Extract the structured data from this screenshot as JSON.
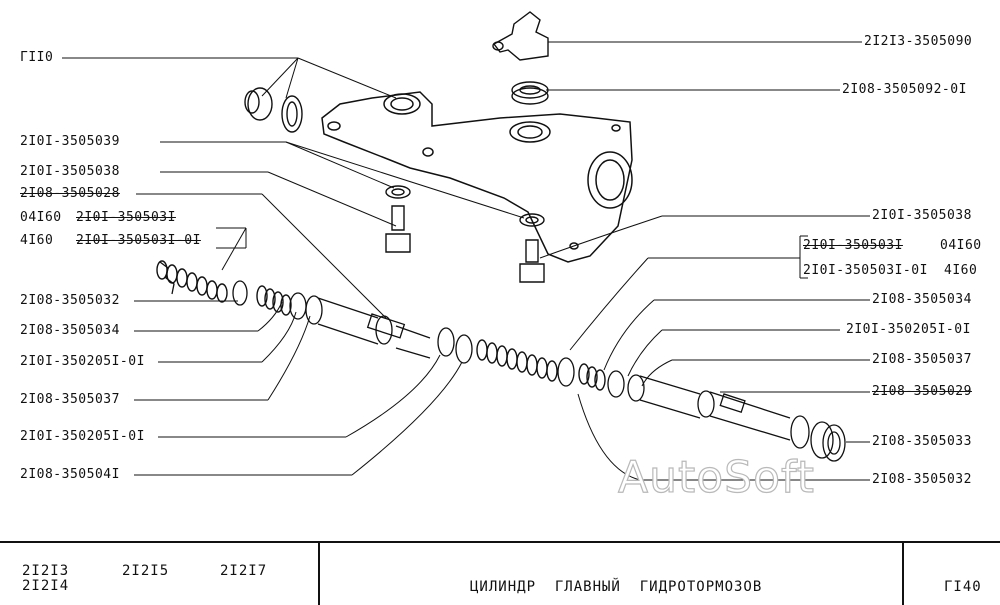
{
  "watermark": "AutoSoft",
  "left_labels": [
    {
      "id": "l-gii0",
      "text": "ГII0",
      "strike": false
    },
    {
      "id": "l-39",
      "text": "2I0I-3505039",
      "strike": false
    },
    {
      "id": "l-38",
      "text": "2I0I-3505038",
      "strike": false
    },
    {
      "id": "l-28",
      "text": "2I08-3505028",
      "strike": true
    },
    {
      "id": "l-04160",
      "text": "04I60",
      "strike": false
    },
    {
      "id": "l-031a",
      "text": "2I0I-350503I",
      "strike": true
    },
    {
      "id": "l-4160",
      "text": "4I60",
      "strike": false
    },
    {
      "id": "l-031b",
      "text": "2I0I-350503I-0I",
      "strike": true
    },
    {
      "id": "l-32",
      "text": "2I08-3505032",
      "strike": false
    },
    {
      "id": "l-34",
      "text": "2I08-3505034",
      "strike": false
    },
    {
      "id": "l-2051",
      "text": "2I0I-350205I-0I",
      "strike": false
    },
    {
      "id": "l-37",
      "text": "2I08-3505037",
      "strike": false
    },
    {
      "id": "l-2051b",
      "text": "2I0I-350205I-0I",
      "strike": false
    },
    {
      "id": "l-041",
      "text": "2I08-350504I",
      "strike": false
    }
  ],
  "right_labels": [
    {
      "id": "r-090",
      "text": "2I2I3-3505090",
      "strike": false
    },
    {
      "id": "r-092",
      "text": "2I08-3505092-0I",
      "strike": false
    },
    {
      "id": "r-038",
      "text": "2I0I-3505038",
      "strike": false
    },
    {
      "id": "r-031a",
      "text": "2I0I-350503I",
      "strike": true
    },
    {
      "id": "r-04160",
      "text": "04I60",
      "strike": false
    },
    {
      "id": "r-031b",
      "text": "2I0I-350503I-0I",
      "strike": false
    },
    {
      "id": "r-4160",
      "text": "4I60",
      "strike": false
    },
    {
      "id": "r-034",
      "text": "2I08-3505034",
      "strike": false
    },
    {
      "id": "r-2051",
      "text": "2I0I-350205I-0I",
      "strike": false
    },
    {
      "id": "r-037",
      "text": "2I08-3505037",
      "strike": false
    },
    {
      "id": "r-029",
      "text": "2I08-3505029",
      "strike": true
    },
    {
      "id": "r-033",
      "text": "2I08-3505033",
      "strike": false
    },
    {
      "id": "r-032",
      "text": "2I08-3505032",
      "strike": false
    }
  ],
  "title_block": {
    "models_line1": [
      "2I2I3",
      "2I2I5",
      "2I2I7"
    ],
    "models_line2": "2I2I4",
    "title": "ЦИЛИНДР  ГЛАВНЫЙ  ГИДРОТОРМОЗОВ",
    "page": "ГI40"
  }
}
